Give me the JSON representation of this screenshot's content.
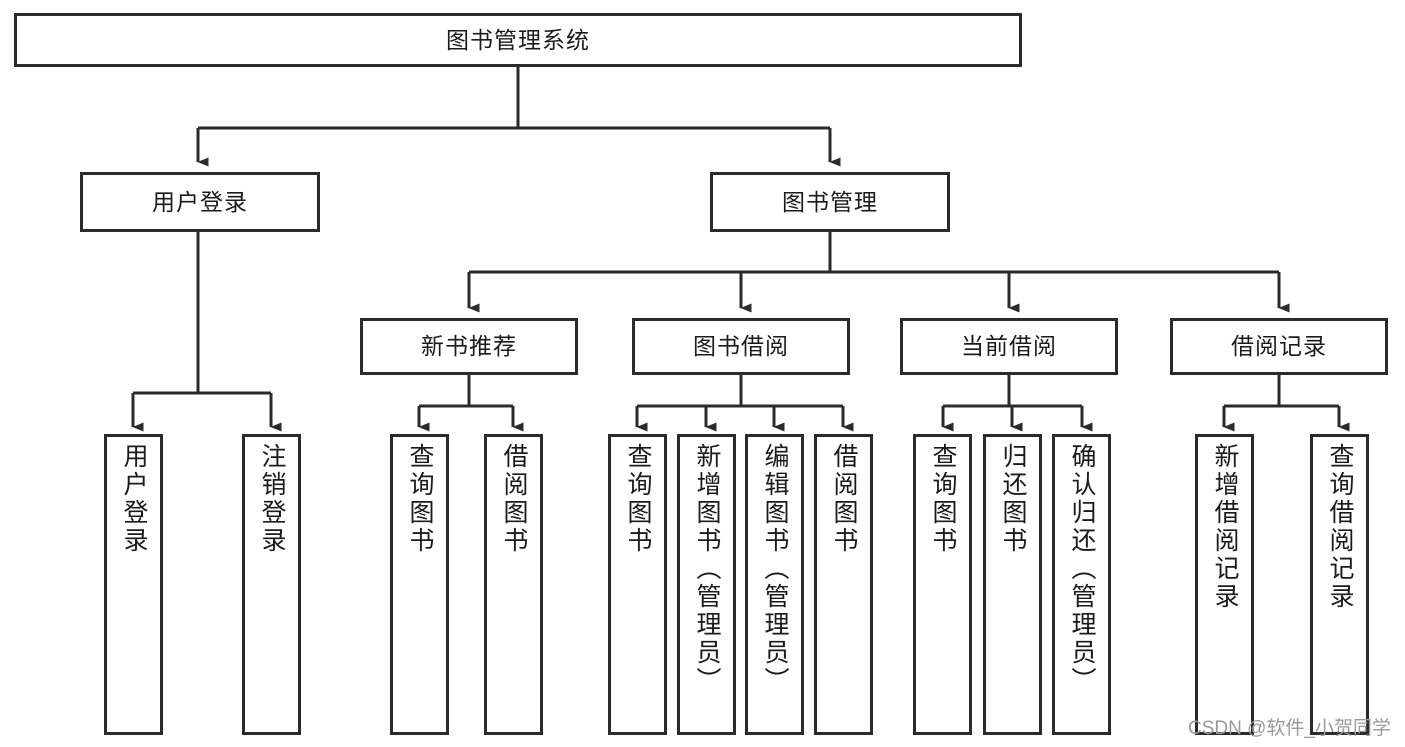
{
  "diagram": {
    "title": "图书管理系统",
    "type": "功能结构图",
    "colors": {
      "line": "#2b2b2b",
      "box_border": "#2b2b2b",
      "box_fill": "#ffffff",
      "text": "#1b1b1b",
      "watermark": "#9a9a9a",
      "background": "#ffffff"
    }
  },
  "watermark": {
    "text": "CSDN @软件_小贺同学"
  },
  "nodes": {
    "root": {
      "label": "图书管理系统"
    },
    "level1": [
      {
        "label": "用户登录"
      },
      {
        "label": "图书管理"
      }
    ],
    "level2": [
      {
        "label": "新书推荐"
      },
      {
        "label": "图书借阅"
      },
      {
        "label": "当前借阅"
      },
      {
        "label": "借阅记录"
      }
    ],
    "leaves": {
      "user_login": [
        {
          "label": "用户登录"
        },
        {
          "label": "注销登录"
        }
      ],
      "new_book_recommend": [
        {
          "label": "查询图书"
        },
        {
          "label": "借阅图书"
        }
      ],
      "book_borrow": [
        {
          "label": "查询图书"
        },
        {
          "label": "新增图书（管理员）"
        },
        {
          "label": "编辑图书（管理员）"
        },
        {
          "label": "借阅图书"
        }
      ],
      "current_borrow": [
        {
          "label": "查询图书"
        },
        {
          "label": "归还图书"
        },
        {
          "label": "确认归还（管理员）"
        }
      ],
      "borrow_record": [
        {
          "label": "新增借阅记录"
        },
        {
          "label": "查询借阅记录"
        }
      ]
    }
  }
}
